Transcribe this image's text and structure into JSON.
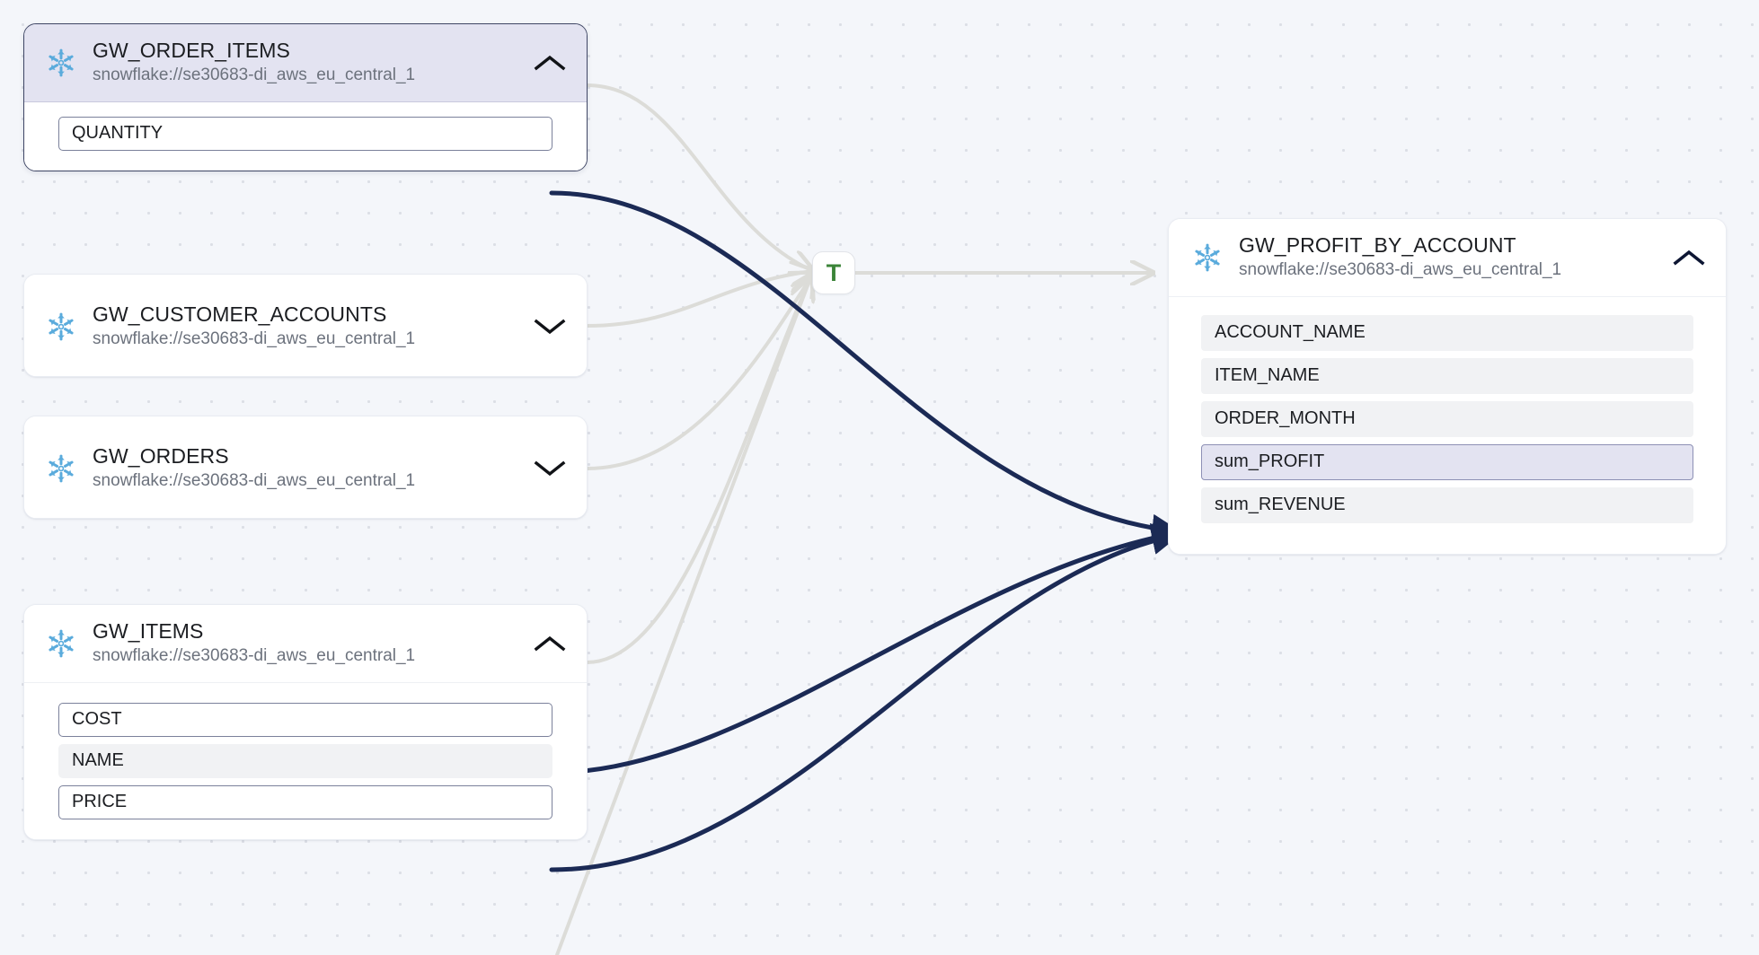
{
  "canvas": {
    "background_color": "#f4f6fa",
    "dot_color": "#dcdfe6"
  },
  "colors": {
    "snowflake_blue": "#5aabdc",
    "selected_header_bg": "#e3e3f1",
    "selected_border": "#3f4665",
    "active_edge": "#1b2a55",
    "inactive_edge": "#dcdcd8",
    "transform_green": "#3b8438",
    "field_bg": "#f1f2f4",
    "field_linked_border": "#7b819b",
    "field_highlight_bg": "#e3e3f1"
  },
  "source_uri": "snowflake://se30683-di_aws_eu_central_1",
  "icons": {
    "datasource": "snowflake-icon",
    "collapse": "chevron-up-icon",
    "expand": "chevron-down-icon",
    "transform": "transform-t-icon"
  },
  "transform_node": {
    "label": "T",
    "name": "transform-node"
  },
  "nodes": [
    {
      "id": "gw-order-items",
      "title": "GW_ORDER_ITEMS",
      "subtitle": "snowflake://se30683-di_aws_eu_central_1",
      "expanded": true,
      "selected": true,
      "chevron": "chevron-up-icon",
      "fields": [
        {
          "label": "QUANTITY",
          "state": "linked"
        }
      ]
    },
    {
      "id": "gw-customer-accounts",
      "title": "GW_CUSTOMER_ACCOUNTS",
      "subtitle": "snowflake://se30683-di_aws_eu_central_1",
      "expanded": false,
      "selected": false,
      "chevron": "chevron-down-icon",
      "fields": []
    },
    {
      "id": "gw-orders",
      "title": "GW_ORDERS",
      "subtitle": "snowflake://se30683-di_aws_eu_central_1",
      "expanded": false,
      "selected": false,
      "chevron": "chevron-down-icon",
      "fields": []
    },
    {
      "id": "gw-items",
      "title": "GW_ITEMS",
      "subtitle": "snowflake://se30683-di_aws_eu_central_1",
      "expanded": true,
      "selected": false,
      "chevron": "chevron-up-icon",
      "fields": [
        {
          "label": "COST",
          "state": "linked"
        },
        {
          "label": "NAME",
          "state": "plain"
        },
        {
          "label": "PRICE",
          "state": "linked"
        }
      ]
    },
    {
      "id": "gw-profit-by-account",
      "title": "GW_PROFIT_BY_ACCOUNT",
      "subtitle": "snowflake://se30683-di_aws_eu_central_1",
      "expanded": true,
      "selected": false,
      "chevron": "chevron-up-icon",
      "fields": [
        {
          "label": "ACCOUNT_NAME",
          "state": "plain"
        },
        {
          "label": "ITEM_NAME",
          "state": "plain"
        },
        {
          "label": "ORDER_MONTH",
          "state": "plain"
        },
        {
          "label": "sum_PROFIT",
          "state": "highlight"
        },
        {
          "label": "sum_REVENUE",
          "state": "plain"
        }
      ]
    }
  ]
}
